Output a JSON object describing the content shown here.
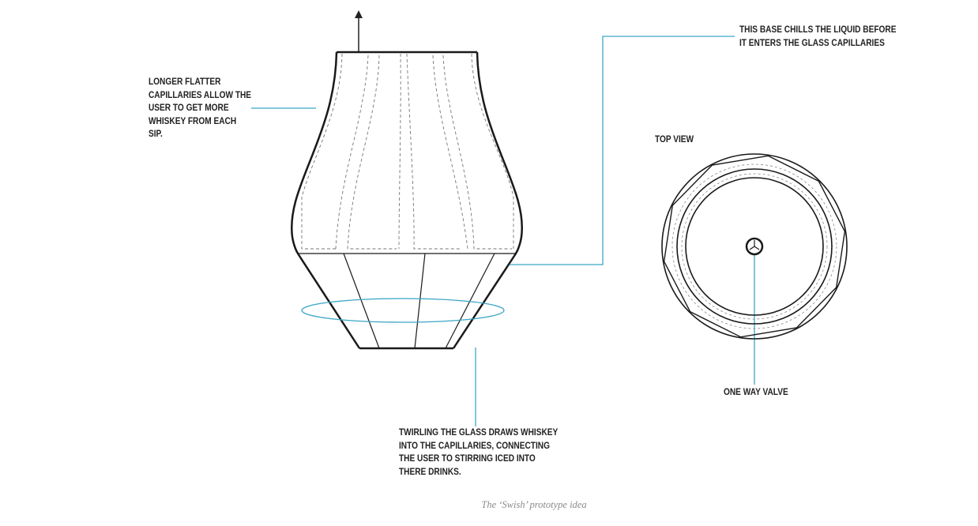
{
  "annotations": {
    "capillaries": [
      "LONGER FLATTER",
      "CAPILLARIES ALLOW THE",
      "USER TO GET MORE",
      "WHISKEY FROM EACH",
      "SIP."
    ],
    "base": [
      "THIS BASE CHILLS THE LIQUID BEFORE",
      "IT ENTERS THE GLASS CAPILLARIES"
    ],
    "top_view": "TOP VIEW",
    "valve": "ONE WAY VALVE",
    "twirl": [
      "TWIRLING THE GLASS DRAWS WHISKEY",
      "INTO THE CAPILLARIES, CONNECTING",
      "THE USER TO STIRRING ICED INTO",
      "THERE DRINKS."
    ]
  },
  "caption": "The ‘Swish’ prototype idea",
  "colors": {
    "callout_line": "#3aa6c6",
    "ink": "#1a1a1a"
  }
}
